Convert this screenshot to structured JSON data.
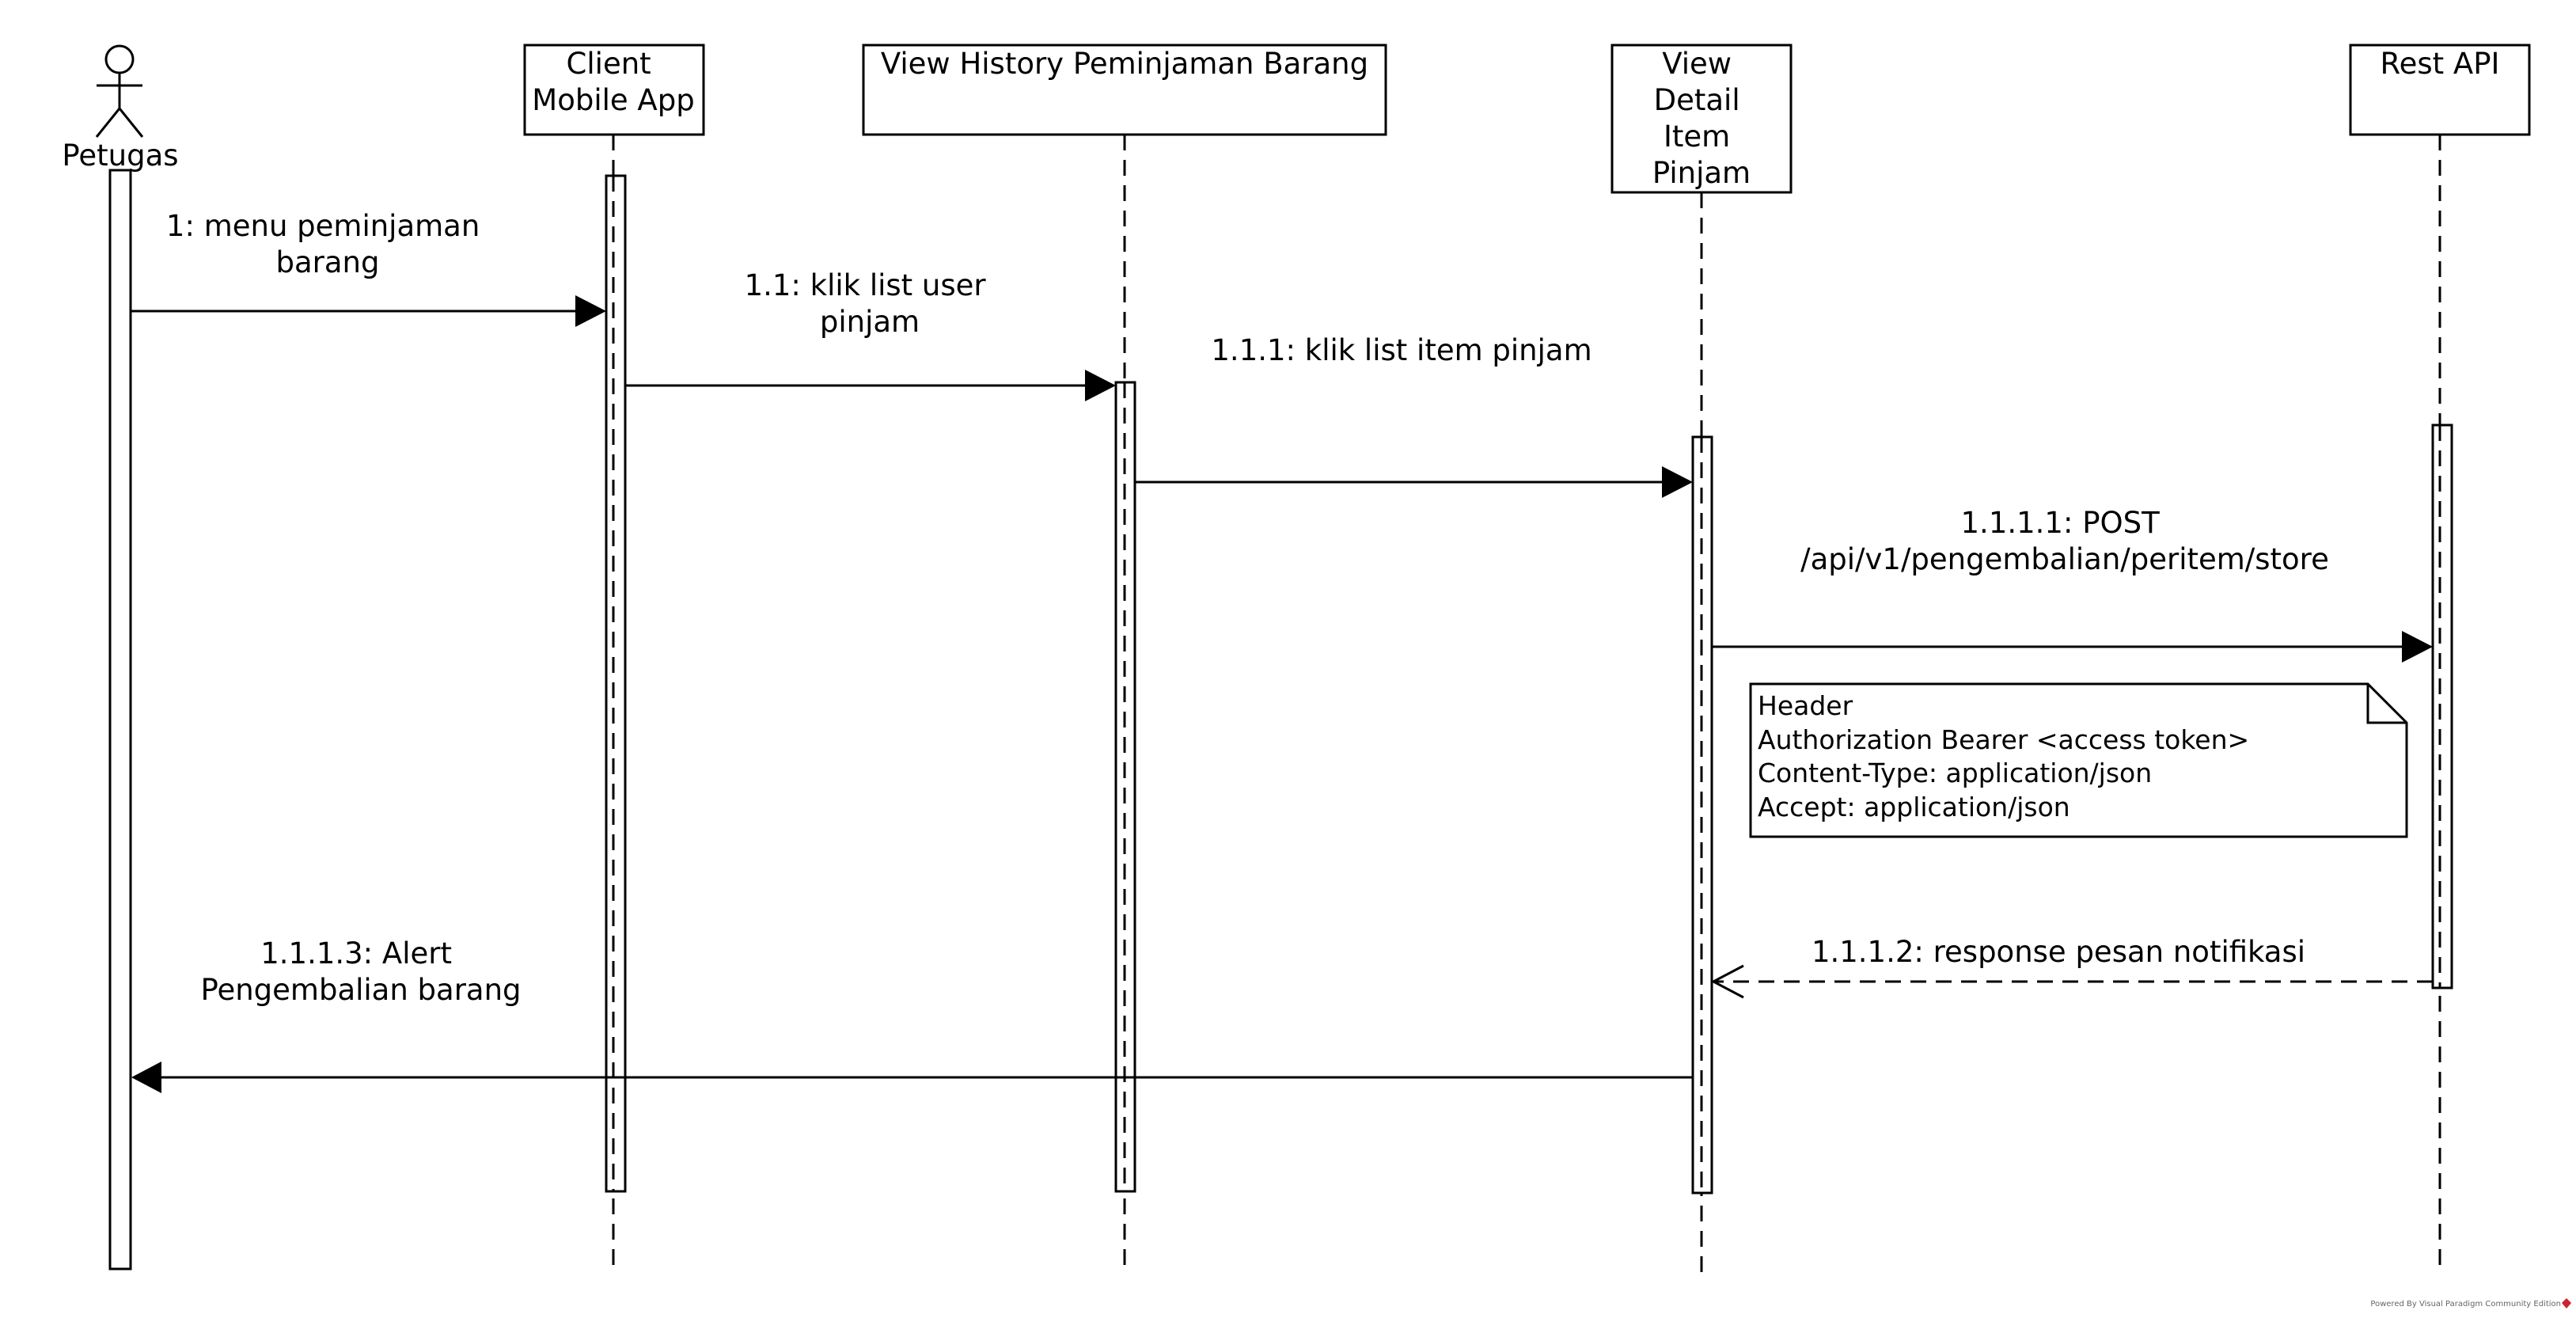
{
  "diagram": {
    "type": "uml-sequence",
    "actor": {
      "name": "Petugas"
    },
    "lifelines": [
      {
        "id": "client",
        "lines": [
          "Client",
          "Mobile App"
        ]
      },
      {
        "id": "history",
        "lines": [
          "View History Peminjaman Barang"
        ]
      },
      {
        "id": "detail",
        "lines": [
          "View",
          "Detail",
          "Item",
          "Pinjam"
        ]
      },
      {
        "id": "api",
        "lines": [
          "Rest API"
        ]
      }
    ],
    "messages": [
      {
        "id": "m1",
        "from": "Petugas",
        "to": "Client Mobile App",
        "style": "sync",
        "lines": [
          "1: menu peminjaman",
          "barang"
        ]
      },
      {
        "id": "m2",
        "from": "Client Mobile App",
        "to": "View History Peminjaman Barang",
        "style": "sync",
        "lines": [
          "1.1: klik list user",
          "pinjam"
        ]
      },
      {
        "id": "m3",
        "from": "View History Peminjaman Barang",
        "to": "View Detail Item Pinjam",
        "style": "sync",
        "lines": [
          "1.1.1: klik list item pinjam"
        ]
      },
      {
        "id": "m4",
        "from": "View Detail Item Pinjam",
        "to": "Rest API",
        "style": "sync",
        "lines": [
          "1.1.1.1: POST",
          "/api/v1/pengembalian/peritem/store"
        ]
      },
      {
        "id": "m5",
        "from": "Rest API",
        "to": "View Detail Item Pinjam",
        "style": "return",
        "lines": [
          "1.1.1.2: response pesan notifikasi"
        ]
      },
      {
        "id": "m6",
        "from": "View Detail Item Pinjam",
        "to": "Petugas",
        "style": "sync",
        "lines": [
          "1.1.1.3: Alert",
          "Pengembalian barang"
        ]
      }
    ],
    "note": {
      "lines": [
        "Header",
        "Authorization Bearer <access token>",
        "Content-Type: application/json",
        "Accept: application/json"
      ]
    },
    "watermark": "Powered By Visual Paradigm Community Edition"
  }
}
